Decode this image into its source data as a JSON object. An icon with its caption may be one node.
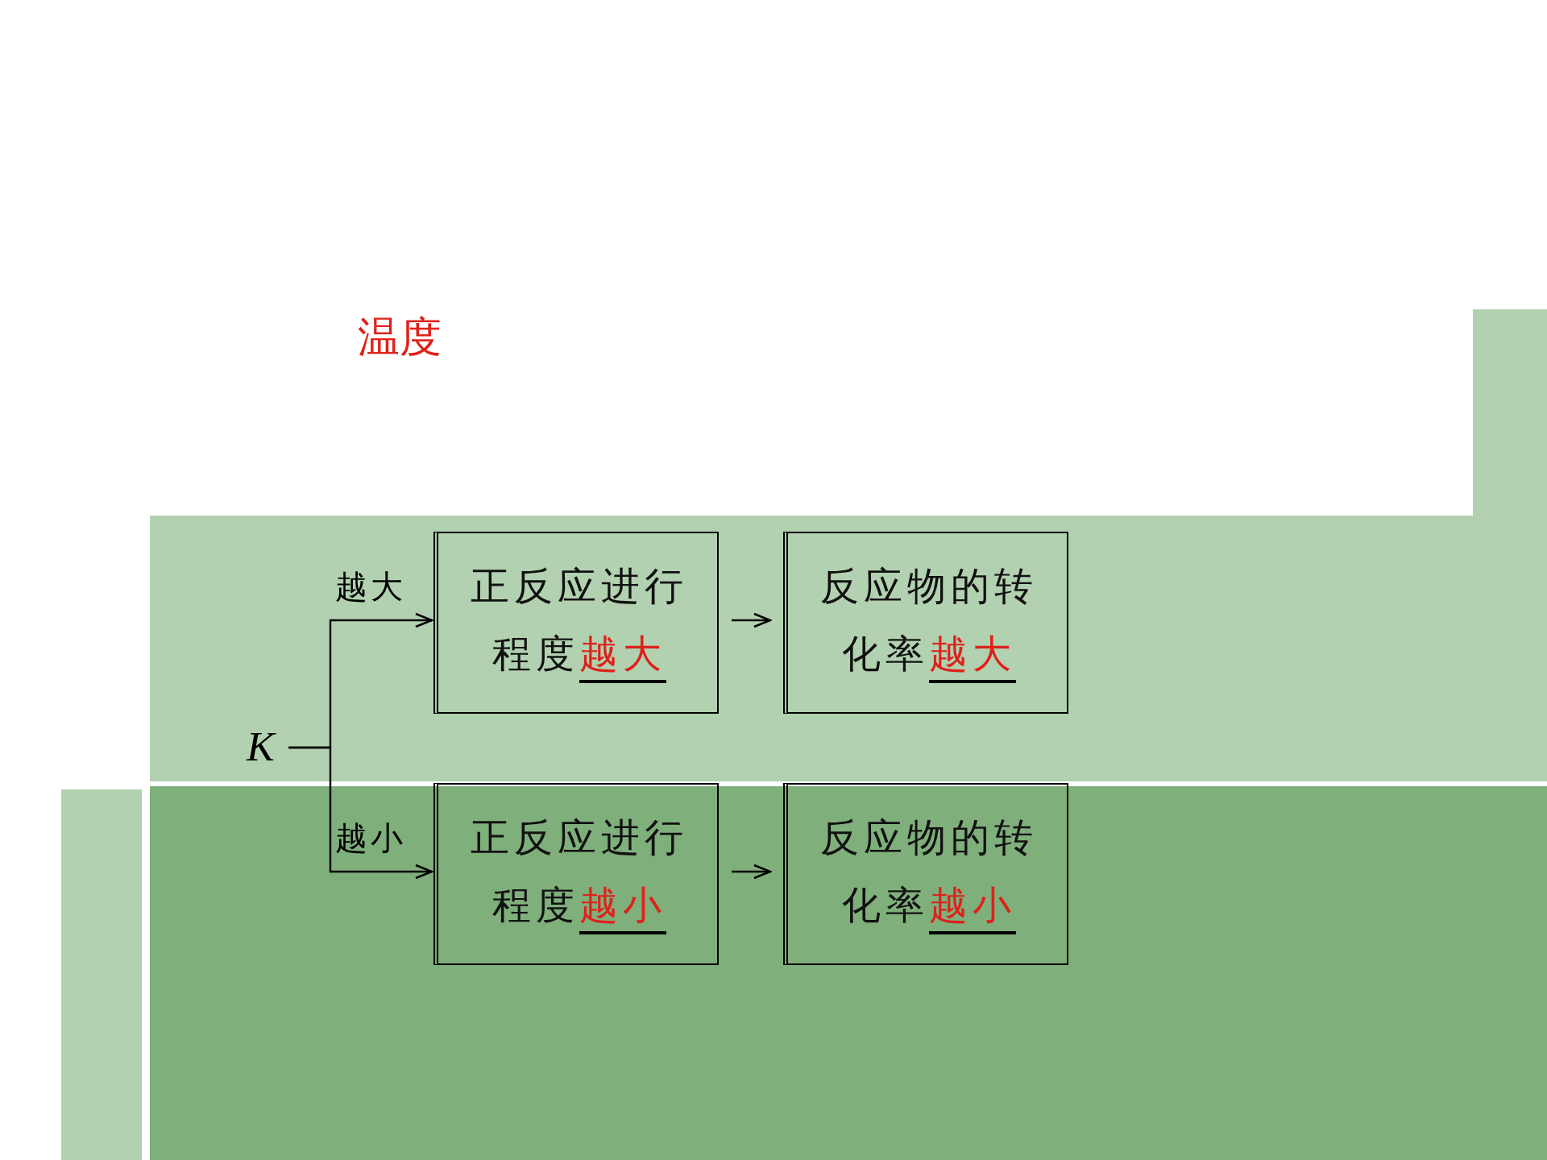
{
  "diagram": {
    "nodes": [
      {
        "text": [
          "K"
        ]
      },
      {
        "text": [
          "正反应进行程度",
          "越大"
        ]
      },
      {
        "text": [
          "反应物的转化率",
          "越大"
        ]
      },
      {
        "text": [
          "正反应进行程度",
          "越小"
        ]
      },
      {
        "text": [
          "反应物的转化率",
          "越小"
        ]
      }
    ],
    "edges": [
      {
        "from": 0,
        "to": 1,
        "arrow": "to",
        "label": "越大"
      },
      {
        "from": 0,
        "to": 3,
        "arrow": "to",
        "label": "越小"
      },
      {
        "from": 1,
        "to": 2,
        "arrow": "to"
      },
      {
        "from": 3,
        "to": 4,
        "arrow": "to"
      }
    ],
    "labels": [
      "温度"
    ]
  }
}
